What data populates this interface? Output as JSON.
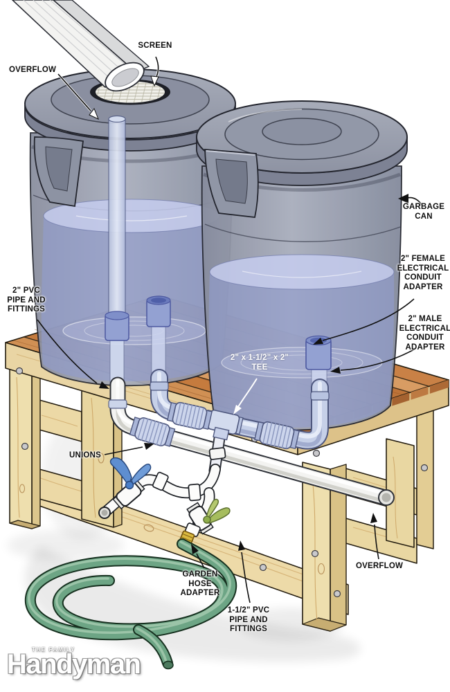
{
  "illustration": {
    "type": "rain-barrel-system-diagram",
    "labels": {
      "screen": "SCREEN",
      "overflow_top": "OVERFLOW",
      "garbage_can": "GARBAGE\nCAN",
      "female_adapter": "2\" FEMALE\nELECTRICAL\nCONDUIT\nADAPTER",
      "male_adapter": "2\" MALE\nELECTRICAL\nCONDUIT\nADAPTER",
      "pvc_2in": "2\" PVC\nPIPE AND\nFITTINGS",
      "tee": "2\" x 1-1/2\" x 2\"\nTEE",
      "unions": "UNIONS",
      "garden_hose_adapter": "GARDEN\nHOSE\nADAPTER",
      "pvc_1_5in": "1-1/2\" PVC\nPIPE AND\nFITTINGS",
      "overflow_bottom": "OVERFLOW"
    },
    "logo": {
      "family": "THE FAMILY",
      "brand": "Handyman"
    },
    "colors": {
      "water": "#96a0cf",
      "can_gray": "#979caa",
      "wood_top": "#c98349",
      "wood_pine": "#ecdcab",
      "pipe_blue": "#c6d0e8",
      "pipe_white": "#f4f4f2",
      "hose_green": "#6da585",
      "valve_blue": "#5e8ed0",
      "valve_green": "#a6bd5e",
      "brass": "#d9b93f",
      "label_text": "#0d0d0d"
    }
  }
}
